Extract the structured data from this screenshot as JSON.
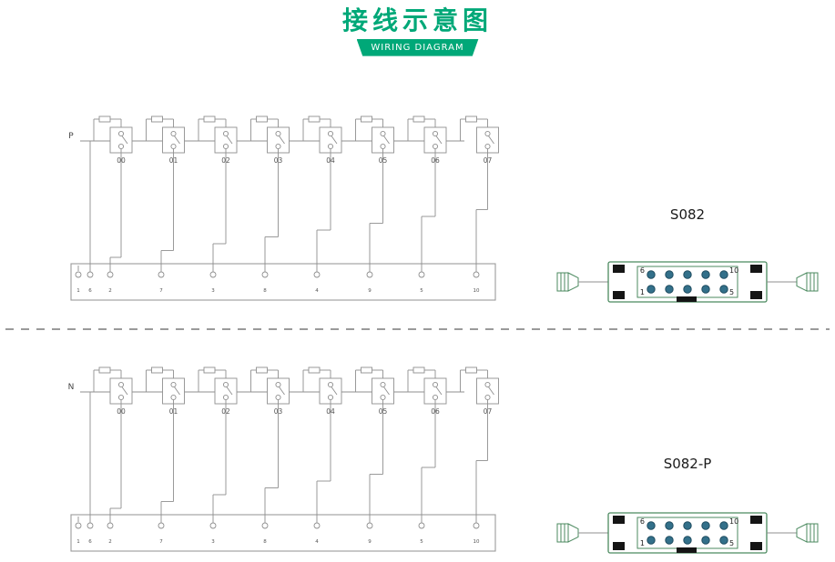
{
  "header": {
    "title": "接线示意图",
    "subtitle": "WIRING DIAGRAM"
  },
  "sections": [
    {
      "rail_label": "P",
      "channels": [
        "00",
        "01",
        "02",
        "03",
        "04",
        "05",
        "06",
        "07"
      ],
      "terminals": [
        "1",
        "6",
        "2",
        "7",
        "3",
        "8",
        "4",
        "9",
        "5",
        "10"
      ],
      "connector_label": "S082",
      "pin_labels": {
        "top_left": "6",
        "top_right": "10",
        "bottom_left": "1",
        "bottom_right": "5"
      }
    },
    {
      "rail_label": "N",
      "channels": [
        "00",
        "01",
        "02",
        "03",
        "04",
        "05",
        "06",
        "07"
      ],
      "terminals": [
        "1",
        "6",
        "2",
        "7",
        "3",
        "8",
        "4",
        "9",
        "5",
        "10"
      ],
      "connector_label": "S082-P",
      "pin_labels": {
        "top_left": "6",
        "top_right": "10",
        "bottom_left": "1",
        "bottom_right": "5"
      }
    }
  ],
  "colors": {
    "accent": "#00a878",
    "wire": "#8f8f8f",
    "connector_outline": "#4b8a5f",
    "pin_fill": "#33708a",
    "pad": "#151515",
    "divider": "#9a9a9a"
  }
}
